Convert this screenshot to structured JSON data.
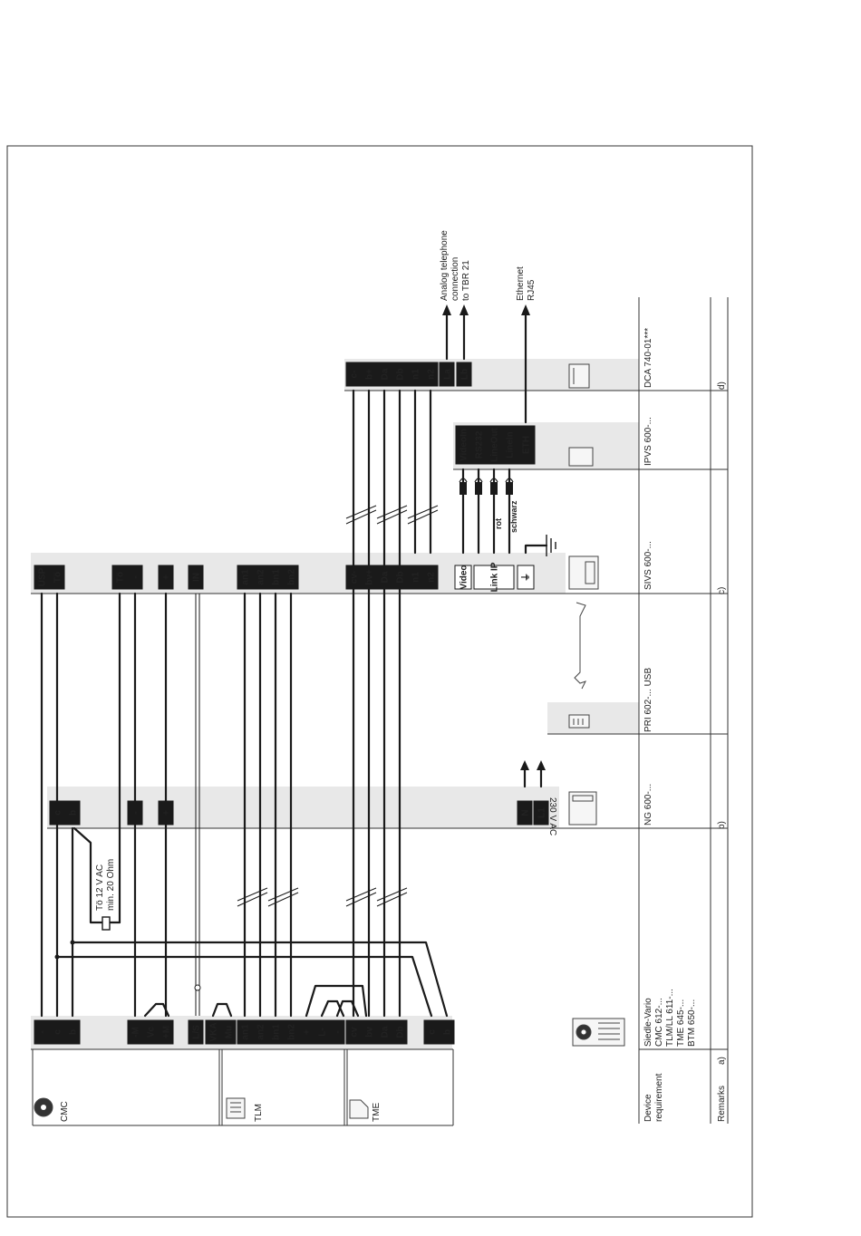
{
  "colors": {
    "wire": "#1a1a1a",
    "terminal": "#1a1a1a",
    "band": "#e8e8e8",
    "frame": "#333333"
  },
  "columns": {
    "a": {
      "header": "a)",
      "devices": [
        "Siedle-Vario",
        "CMC 612-...",
        "TLM/LL 611-...",
        "TME 645-...",
        "BTM 650-..."
      ],
      "terminals": [
        "-",
        "c",
        "b",
        "-M",
        "Vc",
        "+M",
        "L/S",
        "VKA",
        "Mu",
        "an1",
        "an2",
        "bn1",
        "bn2",
        "+",
        "L-",
        "-",
        "cv",
        "bv",
        "Da",
        "Db",
        "c",
        "b"
      ]
    },
    "b": {
      "header": "b)",
      "device": "NG 600-...",
      "terminals": [
        "c",
        "b",
        "-",
        "+",
        "N",
        "L1"
      ],
      "mains": "230 V AC"
    },
    "prog": {
      "device": "PRI 602-... USB"
    },
    "c": {
      "header": "c)",
      "device": "SIVS 600-...",
      "terminals": [
        "USP",
        "Tö",
        "Tö",
        "-",
        "+",
        "IN",
        "an1",
        "an2",
        "bn1",
        "bn2",
        "cv-",
        "bv+",
        "Da",
        "Db",
        "n1",
        "n2",
        "Video",
        "Link IP",
        "⏚"
      ],
      "wire_rot": "rot",
      "wire_schwarz": "schwarz"
    },
    "ipvs": {
      "device": "IPVS 600-...",
      "terminals": [
        "VideoIn",
        "RS232",
        "LineOut",
        "LineIn",
        "ETH"
      ]
    },
    "d": {
      "header": "d)",
      "device": "DCA 740-01***",
      "terminals": [
        "c-",
        "b+",
        "Da",
        "Db",
        "n1",
        "n2",
        "La",
        "Lb"
      ]
    }
  },
  "left_panels": [
    {
      "name": "CMC"
    },
    {
      "name": "TLM"
    },
    {
      "name": "TME"
    }
  ],
  "labels": {
    "device_requirement_1": "Device",
    "device_requirement_2": "requirement",
    "remarks": "Remarks",
    "resistor_1": "Tö 12 V AC",
    "resistor_2": "min. 20 Ohm",
    "analog_1": "Analog telephone",
    "analog_2": "connection",
    "analog_3": "to TBR 21",
    "ethernet_1": "Ethernet",
    "ethernet_2": "RJ45"
  }
}
